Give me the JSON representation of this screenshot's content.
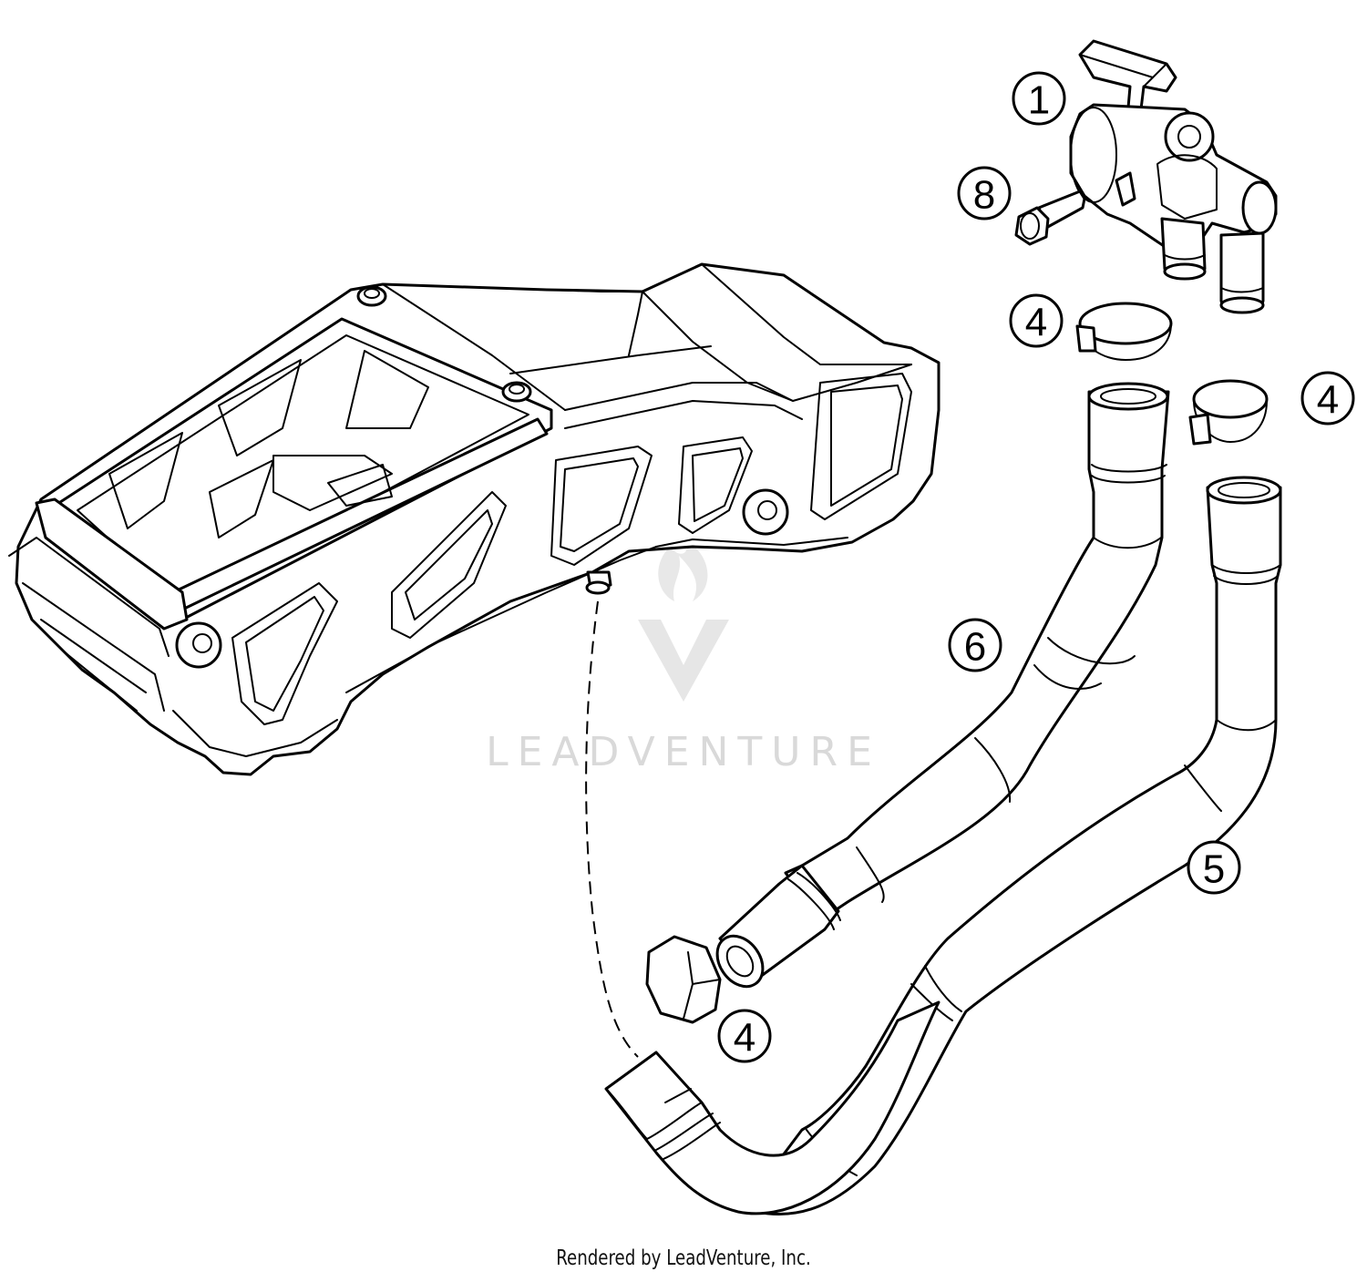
{
  "callouts": [
    {
      "id": "callout-1",
      "label": "1"
    },
    {
      "id": "callout-8",
      "label": "8"
    },
    {
      "id": "callout-4a",
      "label": "4"
    },
    {
      "id": "callout-4b",
      "label": "4"
    },
    {
      "id": "callout-6",
      "label": "6"
    },
    {
      "id": "callout-5",
      "label": "5"
    },
    {
      "id": "callout-4c",
      "label": "4"
    }
  ],
  "watermark": {
    "text": "LEADVENTURE",
    "color": "#d9d9d9"
  },
  "footer": {
    "credit": "Rendered by LeadVenture, Inc."
  },
  "colors": {
    "line": "#000000",
    "background": "#ffffff"
  }
}
